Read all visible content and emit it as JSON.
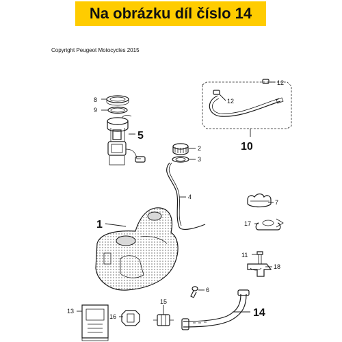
{
  "header": {
    "title": "Na obrázku díl číslo 14",
    "background_color": "#ffcc00"
  },
  "copyright": "Copyright Peugeot Motocycles 2015",
  "callouts": {
    "c1": "1",
    "c2": "2",
    "c3": "3",
    "c4": "4",
    "c5": "5",
    "c6": "6",
    "c7": "7",
    "c8": "8",
    "c9": "9",
    "c10": "10",
    "c11": "11",
    "c12a": "12",
    "c12b": "12",
    "c13": "13",
    "c14": "14",
    "c15": "15",
    "c16": "16",
    "c17": "17",
    "c18": "18"
  },
  "colors": {
    "ink": "#1a1a1a",
    "tank_shade": "#d9d9d9"
  }
}
